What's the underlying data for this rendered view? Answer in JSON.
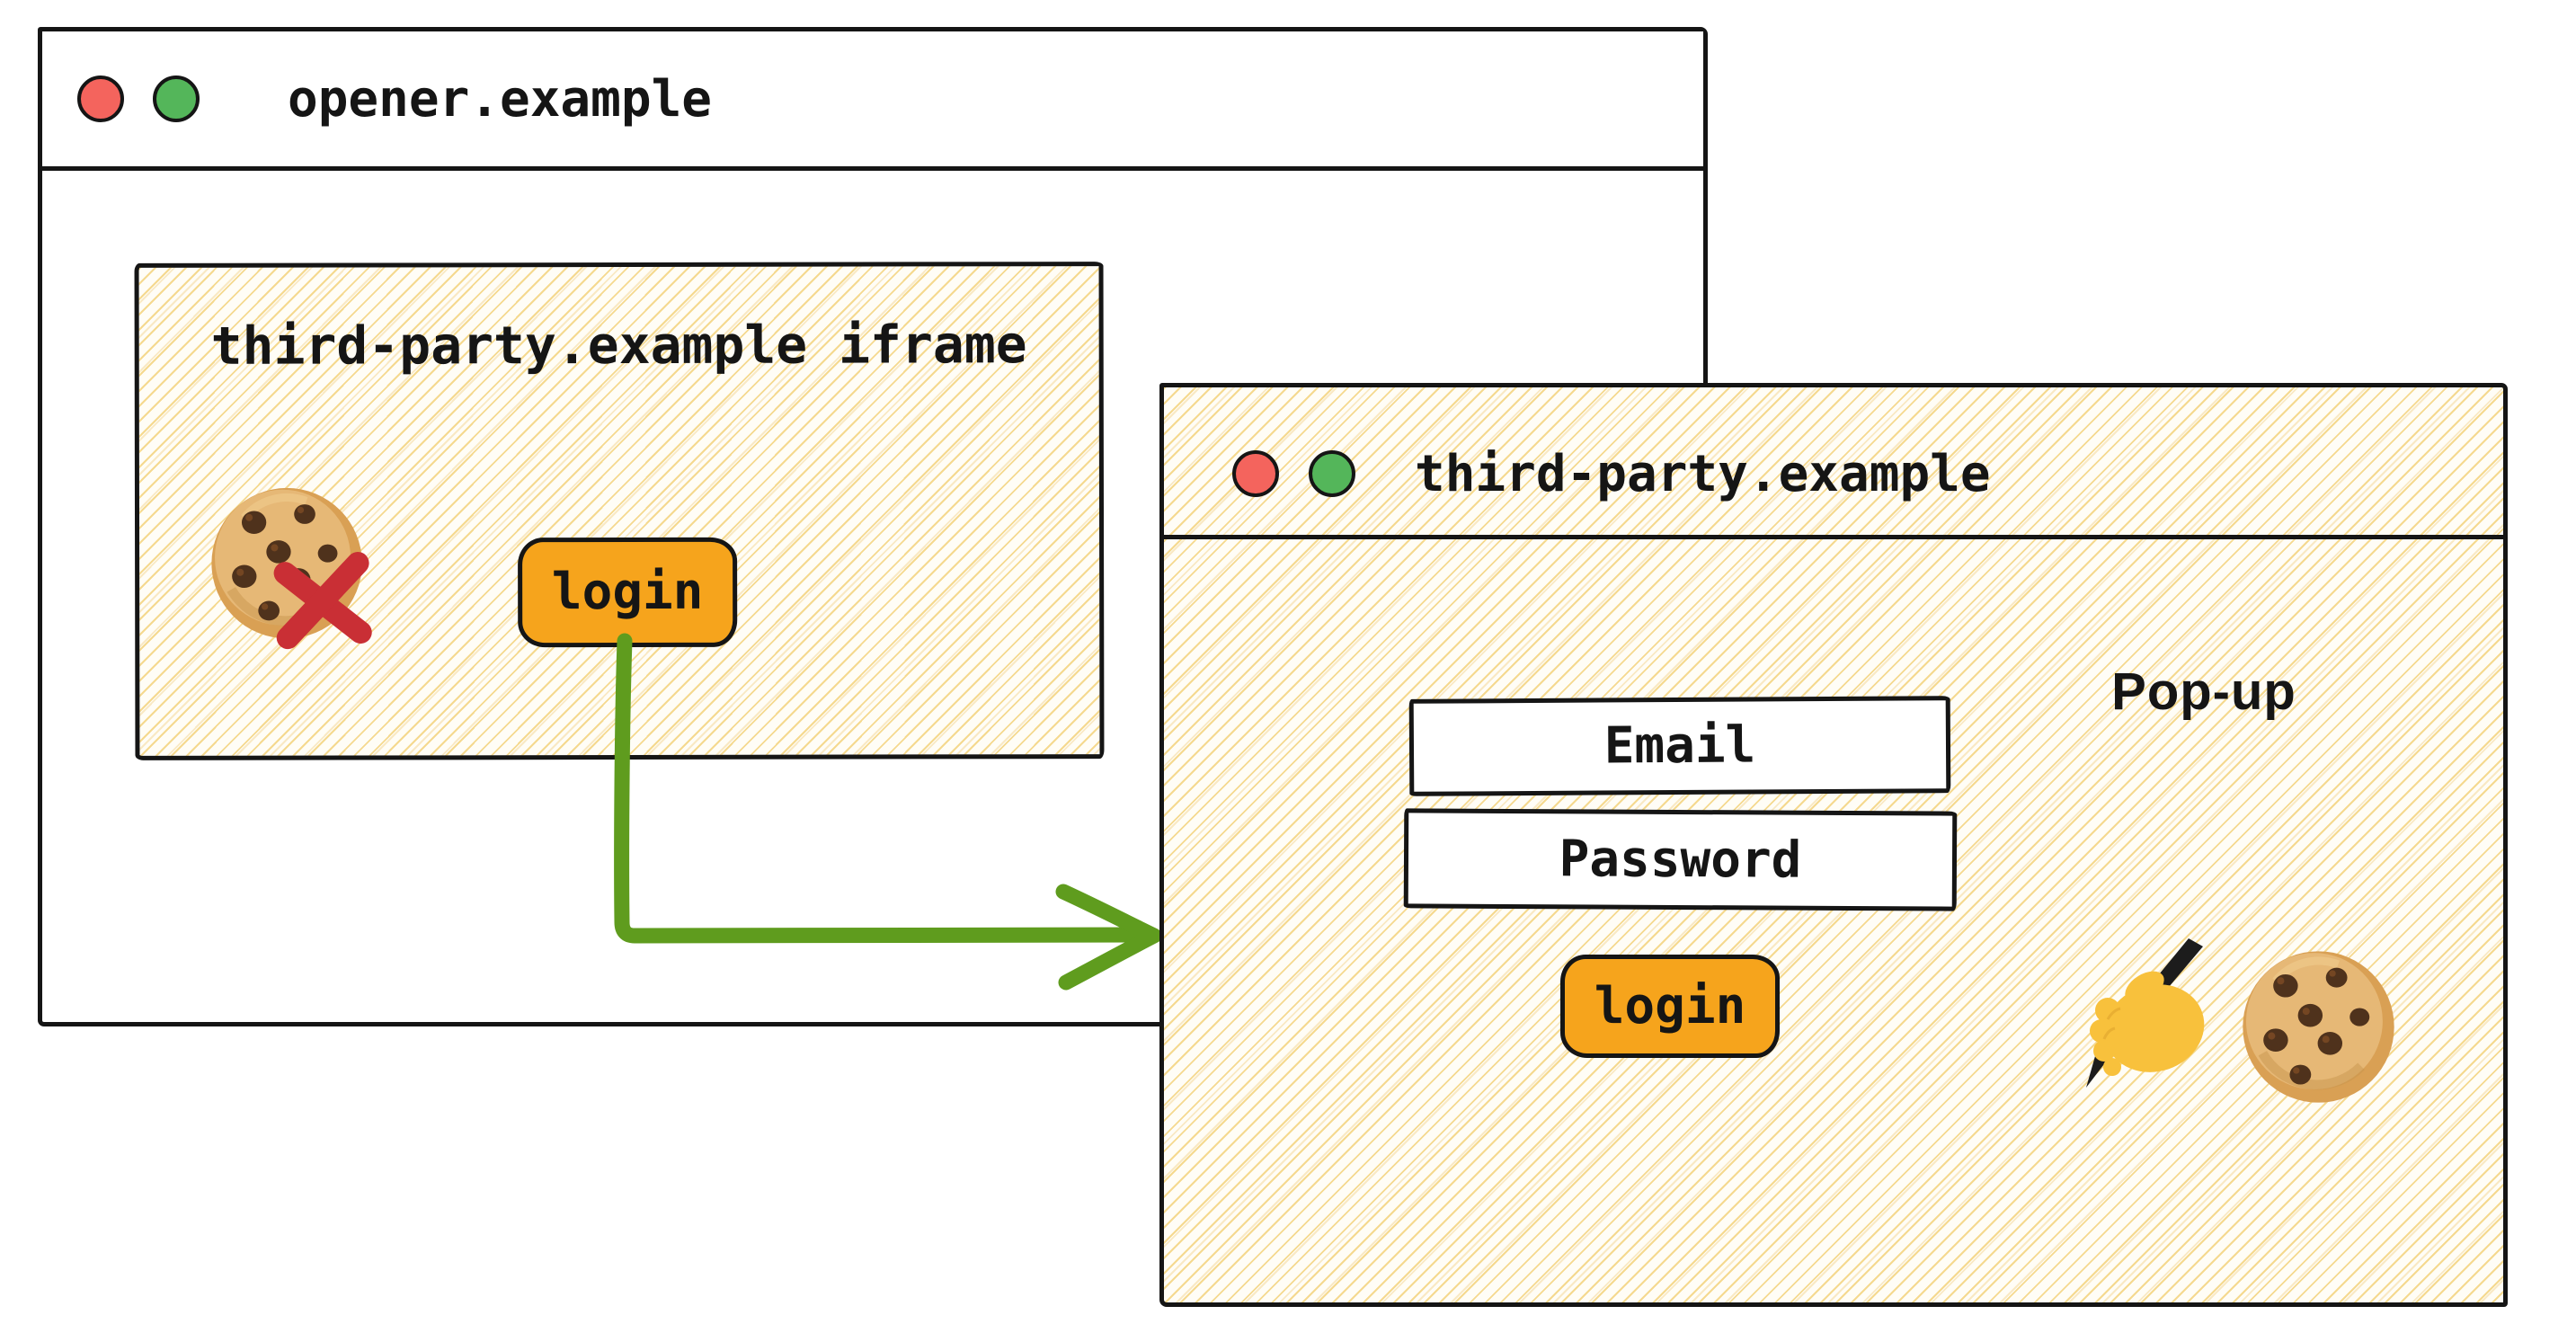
{
  "colors": {
    "ink": "#151515",
    "hatch_line": "#F5D98F",
    "hatch_line_soft": "#F9E9C4",
    "button_orange": "#F6A41C",
    "arrow_green": "#5F9C1E",
    "blocked_red": "#C92F35",
    "traffic_red": "#F4645D",
    "traffic_green": "#54B65A"
  },
  "opener_window": {
    "title": "opener.example",
    "iframe": {
      "title": "third-party.example iframe",
      "login_button_label": "login"
    }
  },
  "popup_window": {
    "title": "third-party.example",
    "popup_label": "Pop-up",
    "email_field_label": "Email",
    "password_field_label": "Password",
    "login_button_label": "login"
  },
  "icons": {
    "opener_cookie": "cookie-emoji",
    "blocked_mark": "red-x-icon",
    "flow_arrow": "green-elbow-arrow",
    "popup_writing_hand": "writing-hand-emoji",
    "popup_cookie": "cookie-emoji"
  }
}
